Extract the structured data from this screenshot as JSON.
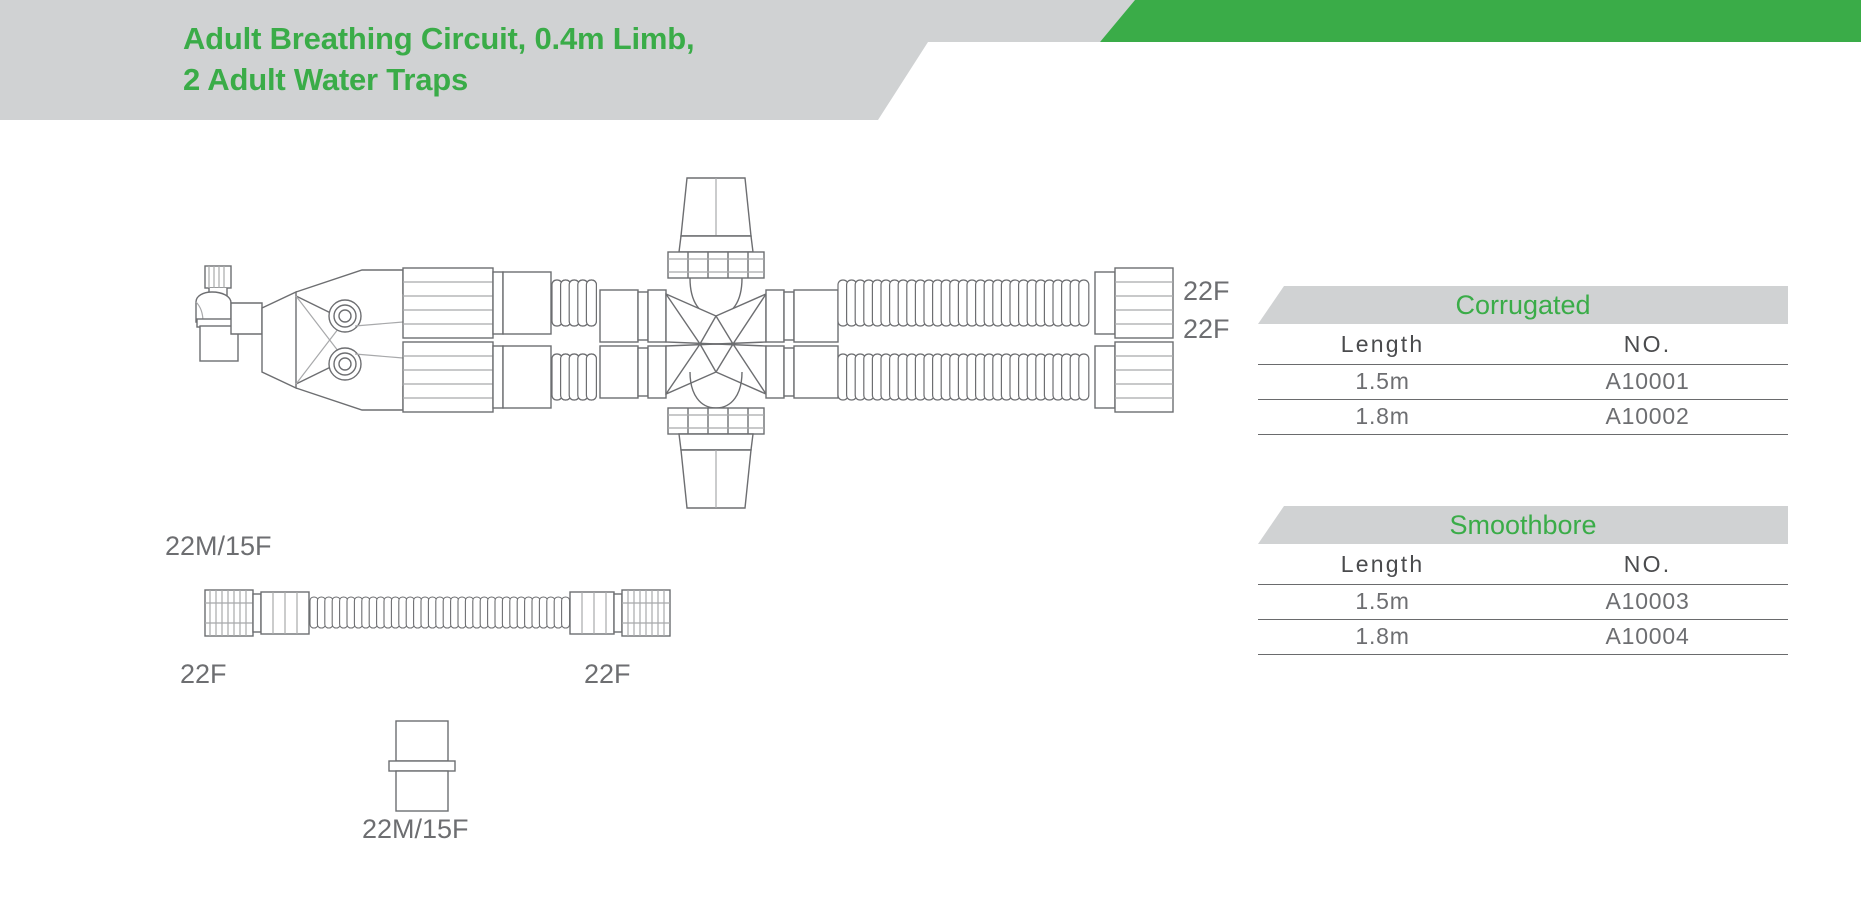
{
  "header": {
    "title": "Adult Breathing Circuit,  0.4m Limb,\n2 Adult Water Traps",
    "band_gray": "#d0d2d3",
    "band_green": "#3aac48",
    "title_color": "#3aac48"
  },
  "diagram": {
    "labels": {
      "patient_connector": "22M/15F",
      "machine_port_top": "22F",
      "machine_port_bottom": "22F",
      "limb_left": "22F",
      "limb_right": "22F",
      "adapter": "22M/15F"
    },
    "line_color": "#6d6e71"
  },
  "tables": [
    {
      "id": "corrugated",
      "title": "Corrugated",
      "columns": [
        "Length",
        "NO."
      ],
      "rows": [
        [
          "1.5m",
          "A10001"
        ],
        [
          "1.8m",
          "A10002"
        ]
      ]
    },
    {
      "id": "smoothbore",
      "title": "Smoothbore",
      "columns": [
        "Length",
        "NO."
      ],
      "rows": [
        [
          "1.5m",
          "A10003"
        ],
        [
          "1.8m",
          "A10004"
        ]
      ]
    }
  ],
  "colors": {
    "green": "#3aac48",
    "gray_band": "#d0d2d3",
    "text_gray": "#6d6e71",
    "rule": "#6a6b6d"
  }
}
